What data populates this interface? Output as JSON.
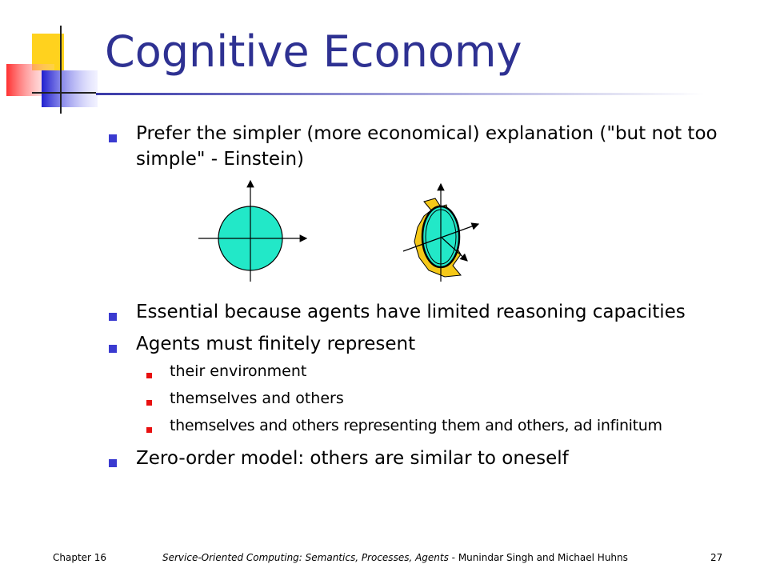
{
  "slide": {
    "title": "Cognitive Economy",
    "bullets": [
      "Prefer the simpler (more economical) explanation (\"but not too simple\" - Einstein)",
      "Essential because agents have limited reasoning capacities",
      "Agents must finitely represent",
      "Zero-order model: others are similar to oneself"
    ],
    "sub_bullets": [
      "their environment",
      "themselves and others",
      "themselves and others representing them and others, ad infinitum"
    ]
  },
  "footer": {
    "chapter": "Chapter 16",
    "book_title": "Service-Oriented Computing: Semantics, Processes, Agents",
    "authors": " - Munindar Singh and Michael Huhns",
    "page": "27"
  },
  "colors": {
    "title": "#2e3192",
    "bullet_primary": "#3a3ad0",
    "bullet_secondary": "#e81010",
    "circle_fill": "#22e8c8",
    "blob_fill": "#f5c818"
  }
}
